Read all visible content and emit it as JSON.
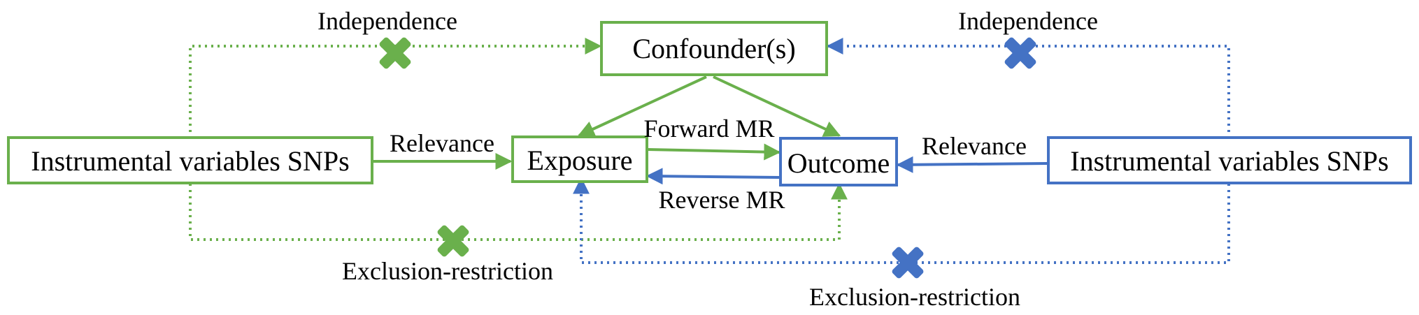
{
  "colors": {
    "green": "#6ab04c",
    "blue": "#4472c4",
    "text": "#000000"
  },
  "nodes": {
    "confounder": "Confounder(s)",
    "exposure": "Exposure",
    "outcome": "Outcome",
    "iv_left": "Instrumental variables SNPs",
    "iv_right": "Instrumental variables SNPs"
  },
  "edge_labels": {
    "independence_left": "Independence",
    "independence_right": "Independence",
    "relevance_left": "Relevance",
    "relevance_right": "Relevance",
    "forward": "Forward MR",
    "reverse": "Reverse MR",
    "exclusion_left": "Exclusion-restriction",
    "exclusion_right": "Exclusion-restriction"
  },
  "icons": {
    "blocked_marker": "x-cross-icon",
    "arrowhead": "arrowhead-icon"
  }
}
